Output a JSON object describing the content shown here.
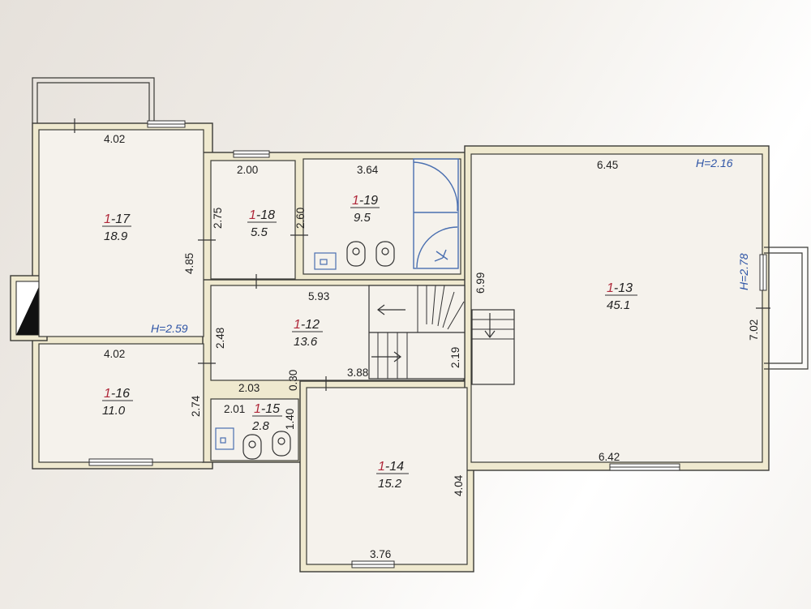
{
  "rooms": [
    {
      "id_prefix": "1",
      "id_suffix": "-17",
      "area": "18.9"
    },
    {
      "id_prefix": "1",
      "id_suffix": "-18",
      "area": "5.5"
    },
    {
      "id_prefix": "1",
      "id_suffix": "-19",
      "area": "9.5"
    },
    {
      "id_prefix": "1",
      "id_suffix": "-13",
      "area": "45.1"
    },
    {
      "id_prefix": "1",
      "id_suffix": "-12",
      "area": "13.6"
    },
    {
      "id_prefix": "1",
      "id_suffix": "-16",
      "area": "11.0"
    },
    {
      "id_prefix": "1",
      "id_suffix": "-15",
      "area": "2.8"
    },
    {
      "id_prefix": "1",
      "id_suffix": "-14",
      "area": "15.2"
    }
  ],
  "dimensions": {
    "r17_top": "4.02",
    "r17_side": "4.85",
    "r18_top": "2.00",
    "r18_left": "2.75",
    "r18_right": "2.60",
    "r19_top": "3.64",
    "r13_top": "6.45",
    "r13_left": "6.99",
    "r13_right": "7.02",
    "r13_bottom": "6.42",
    "r12_top": "5.93",
    "r12_left": "2.48",
    "r12_stair": "2.19",
    "r12_bottom_left": "2.03",
    "r12_bottom_mid": "0.30",
    "r12_bottom_right": "3.88",
    "r16_top": "4.02",
    "r16_side": "2.74",
    "r15_top": "2.01",
    "r15_side": "1.40",
    "r14_side": "4.04",
    "r14_bottom": "3.76"
  },
  "heights": {
    "h17": "H=2.59",
    "h13_top": "H=2.16",
    "h13_side": "H=2.78"
  }
}
